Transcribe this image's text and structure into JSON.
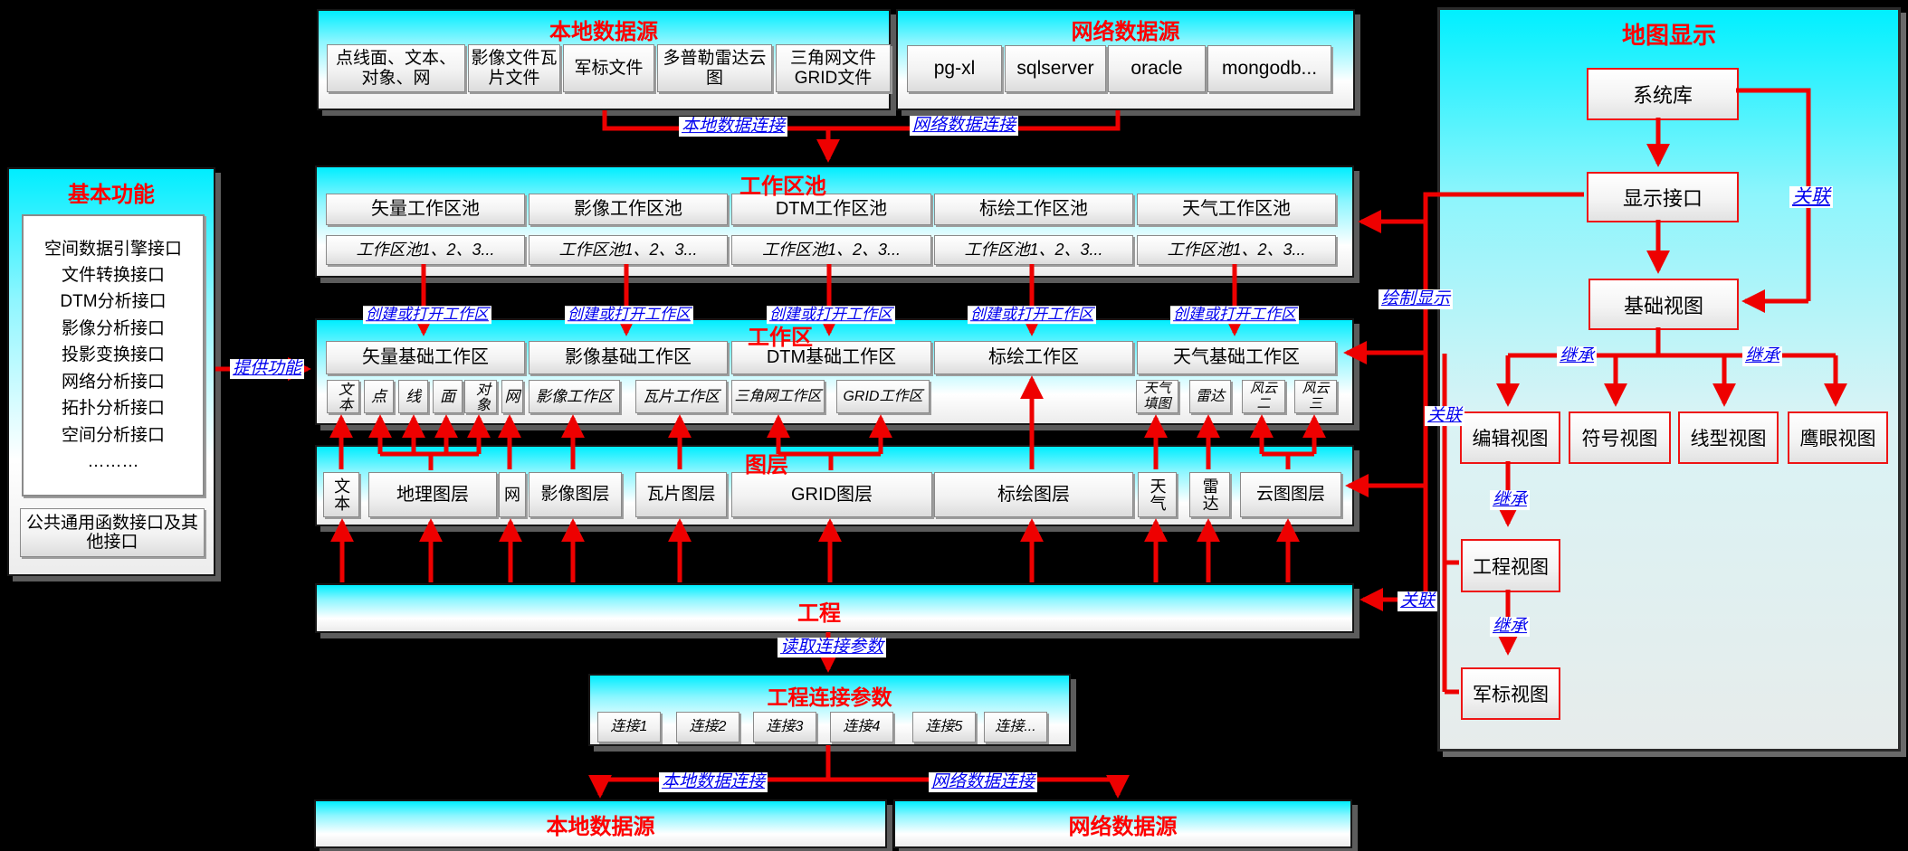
{
  "titles": {
    "basic_functions": "基本功能",
    "local_source_top": "本地数据源",
    "network_source_top": "网络数据源",
    "pools": "工作区池",
    "workspace": "工作区",
    "layers": "图层",
    "project": "工程",
    "project_params": "工程连接参数",
    "local_source_bottom": "本地数据源",
    "network_source_bottom": "网络数据源",
    "map_display": "地图显示"
  },
  "left_panel": {
    "items": [
      "空间数据引擎接口",
      "文件转换接口",
      "DTM分析接口",
      "影像分析接口",
      "投影变换接口",
      "网络分析接口",
      "拓扑分析接口",
      "空间分析接口",
      "………"
    ],
    "bottom_box": "公共通用函数接口及其他接口"
  },
  "local_items": [
    "点线面、文本、对象、网",
    "影像文件瓦片文件",
    "军标文件",
    "多普勒雷达云图",
    "三角网文件GRID文件"
  ],
  "network_items": [
    "pg-xl",
    "sqlserver",
    "oracle",
    "mongodb..."
  ],
  "pools": {
    "columns": [
      {
        "name": "矢量工作区池",
        "sub": "工作区池1、2、3..."
      },
      {
        "name": "影像工作区池",
        "sub": "工作区池1、2、3..."
      },
      {
        "name": "DTM工作区池",
        "sub": "工作区池1、2、3..."
      },
      {
        "name": "标绘工作区池",
        "sub": "工作区池1、2、3..."
      },
      {
        "name": "天气工作区池",
        "sub": "工作区池1、2、3..."
      }
    ]
  },
  "workspace": {
    "columns": [
      "矢量基础工作区",
      "影像基础工作区",
      "DTM基础工作区",
      "标绘工作区",
      "天气基础工作区"
    ],
    "sub": [
      "文本",
      "点",
      "线",
      "面",
      "对象",
      "网",
      "影像工作区",
      "瓦片工作区",
      "三角网工作区",
      "GRID工作区",
      "天气填图",
      "雷达",
      "风云二",
      "风云三"
    ]
  },
  "layers": {
    "items": [
      "文本",
      "地理图层",
      "网",
      "影像图层",
      "瓦片图层",
      "GRID图层",
      "标绘图层",
      "天气",
      "雷达",
      "云图图层"
    ]
  },
  "params": {
    "items": [
      "连接1",
      "连接2",
      "连接3",
      "连接4",
      "连接5",
      "连接..."
    ]
  },
  "map": {
    "nodes": {
      "system_lib": "系统库",
      "display_interface": "显示接口",
      "base_view": "基础视图",
      "edit_view": "编辑视图",
      "symbol_view": "符号视图",
      "line_view": "线型视图",
      "eagle_view": "鹰眼视图",
      "project_view": "工程视图",
      "military_view": "军标视图"
    }
  },
  "labels": {
    "local_conn": "本地数据连接",
    "net_conn": "网络数据连接",
    "provide": "提供功能",
    "create_open": "创建或打开工作区",
    "draw": "绘制显示",
    "assoc": "关联",
    "inherit": "继承",
    "read_params": "读取连接参数"
  },
  "colors": {
    "accent_red": "#ee0000",
    "label_blue": "#0000ee",
    "panel_cyan": "#00eeff",
    "background": "#000000"
  }
}
